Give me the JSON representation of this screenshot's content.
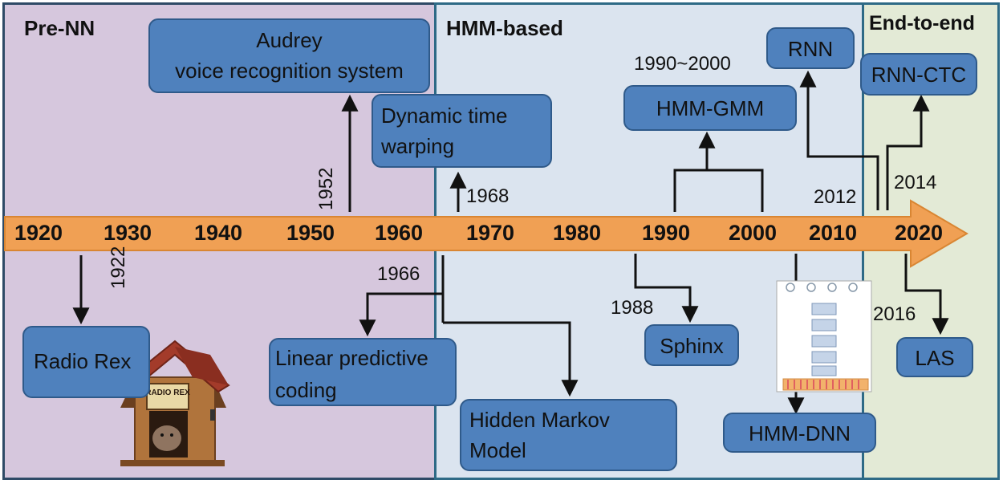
{
  "eras": {
    "pre_nn": "Pre-NN",
    "hmm": "HMM-based",
    "e2e": "End-to-end"
  },
  "timeline": {
    "ticks": [
      "1920",
      "1930",
      "1940",
      "1950",
      "1960",
      "1970",
      "1980",
      "1990",
      "2000",
      "2010",
      "2020"
    ],
    "color": "#f0a054"
  },
  "events": {
    "audrey": {
      "line1": "Audrey",
      "line2": "voice recognition system",
      "year": "1952"
    },
    "dtw": {
      "line1": "Dynamic time",
      "line2": "warping",
      "year": "1968"
    },
    "radio_rex": {
      "label": "Radio Rex",
      "year": "1922",
      "sign_text": "RADIO REX"
    },
    "lpc": {
      "line1": "Linear predictive",
      "line2": "coding",
      "year": "1966"
    },
    "hmm": {
      "line1": "Hidden Markov",
      "line2": "Model"
    },
    "hmm_gmm": {
      "label": "HMM-GMM",
      "year": "1990~2000"
    },
    "sphinx": {
      "label": "Sphinx",
      "year": "1988"
    },
    "rnn": {
      "label": "RNN",
      "year": "2012"
    },
    "hmm_dnn": {
      "label": "HMM-DNN"
    },
    "rnn_ctc": {
      "label": "RNN-CTC",
      "year": "2014"
    },
    "las": {
      "label": "LAS",
      "year": "2016"
    }
  },
  "colors": {
    "box_fill": "#4f81bd",
    "pre_nn_bg": "#d6c7dd",
    "hmm_bg": "#dbe4ef",
    "e2e_bg": "#e3ead6"
  }
}
